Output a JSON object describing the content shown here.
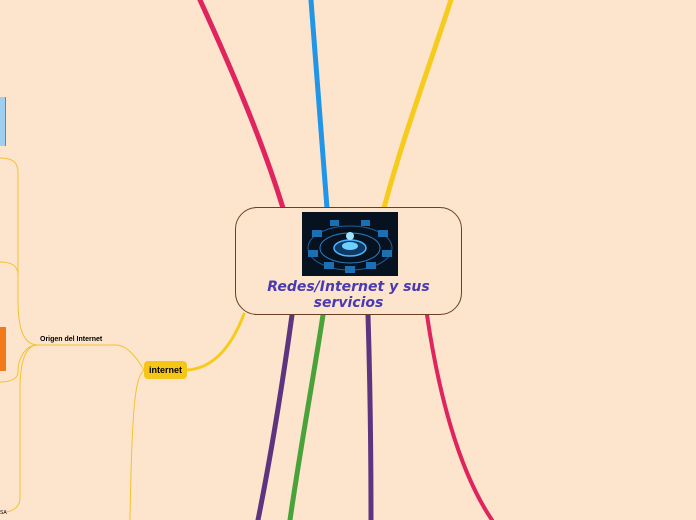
{
  "map": {
    "central_topic": "Redes/Internet y sus servicios",
    "main_topic": "internet",
    "subtopic": "Origen del Internet",
    "edge_label": "SA"
  },
  "colors": {
    "background": "#fde5cd",
    "central_border": "#6b3f22",
    "central_text": "#4a3ab2",
    "branch_red": "#e0245e",
    "branch_blue": "#2196e8",
    "branch_yellow": "#f6cb1c",
    "branch_purple": "#5c3580",
    "branch_green": "#4aa23a",
    "thin_yellow": "#f2c230"
  },
  "icons": {
    "central_image": "network-hub-illustration",
    "thumb_blue": "image-thumbnail",
    "thumb_orange": "image-thumbnail"
  }
}
